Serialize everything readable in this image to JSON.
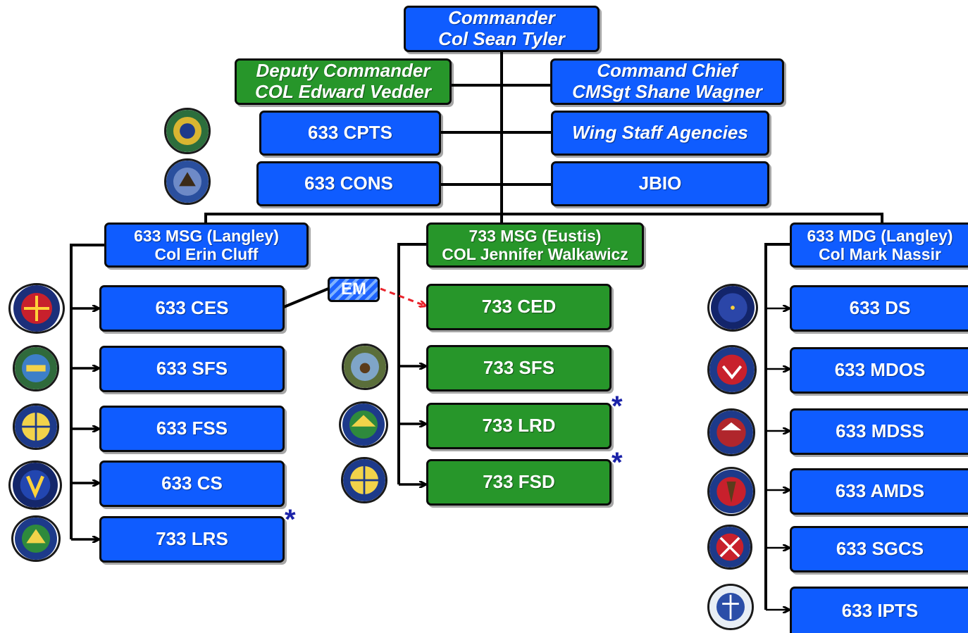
{
  "header": {
    "commander": {
      "line1": "Commander",
      "line2": "Col Sean Tyler"
    },
    "deputy": {
      "line1": "Deputy Commander",
      "line2": "COL Edward Vedder"
    },
    "chief": {
      "line1": "Command Chief",
      "line2": "CMSgt Shane Wagner"
    }
  },
  "staff": {
    "cpts": "633 CPTS",
    "cons": "633 CONS",
    "wing_staff": "Wing Staff Agencies",
    "jbio": "JBIO"
  },
  "groups": {
    "msg_langley": {
      "line1": "633 MSG (Langley)",
      "line2": "Col Erin Cluff",
      "units": [
        "633 CES",
        "633 SFS",
        "633 FSS",
        "633 CS",
        "733 LRS"
      ]
    },
    "msg_eustis": {
      "line1": "733 MSG (Eustis)",
      "line2": "COL Jennifer Walkawicz",
      "units": [
        "733 CED",
        "733 SFS",
        "733 LRD",
        "733 FSD"
      ]
    },
    "mdg_langley": {
      "line1": "633 MDG (Langley)",
      "line2": "Col Mark Nassir",
      "units": [
        "633 DS",
        "633 MDOS",
        "633 MDSS",
        "633 AMDS",
        "633 SGCS",
        "633 IPTS"
      ]
    }
  },
  "em_label": "EM",
  "star": "*",
  "colors": {
    "blue": "#0f5cff",
    "green": "#27962a",
    "star": "#1b22a8",
    "dashed": "#e8222a"
  },
  "icons": [
    "squadron-emblem"
  ]
}
